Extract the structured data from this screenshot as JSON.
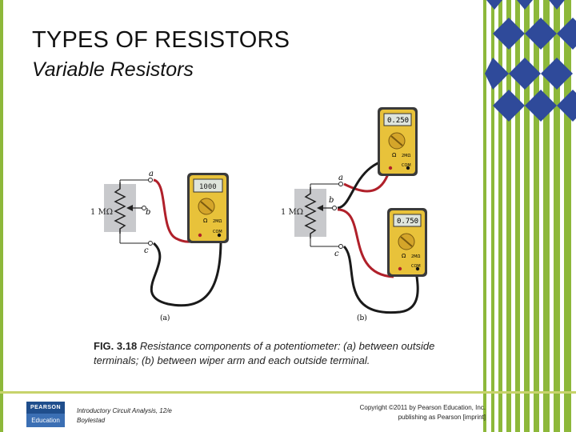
{
  "slide": {
    "title": "TYPES OF RESISTORS",
    "subtitle": "Variable Resistors"
  },
  "figure": {
    "meter_a_reading": "1000",
    "meter_b_top_reading": "0.250",
    "meter_b_bottom_reading": "0.750",
    "resistor_label": "1 MΩ",
    "terminal_a": "a",
    "terminal_b": "b",
    "terminal_c": "c",
    "panel_a_label": "(a)",
    "panel_b_label": "(b)",
    "meter_scale_label": "2MΩ",
    "meter_com_label": "COM",
    "meter_ohm_label": "Ω"
  },
  "caption": {
    "fig_number": "FIG. 3.18",
    "text": " Resistance components of a potentiometer: (a) between outside terminals; (b) between wiper arm and each outside terminal."
  },
  "footer": {
    "logo_top": "PEARSON",
    "logo_bottom": "Education",
    "book_line1": "Introductory Circuit Analysis, 12/e",
    "book_line2": "Boylestad",
    "copyright_line1": "Copyright ©2011 by Pearson Education, Inc.",
    "copyright_line2": "publishing as Pearson [imprint]"
  },
  "colors": {
    "stripe_green": "#8db83a",
    "diamond_blue": "#2f4a9a",
    "meter_yellow": "#e8c23a",
    "lead_red": "#b0202a",
    "lead_black": "#1a1a1a",
    "resistor_grey": "#c8c9cc"
  }
}
